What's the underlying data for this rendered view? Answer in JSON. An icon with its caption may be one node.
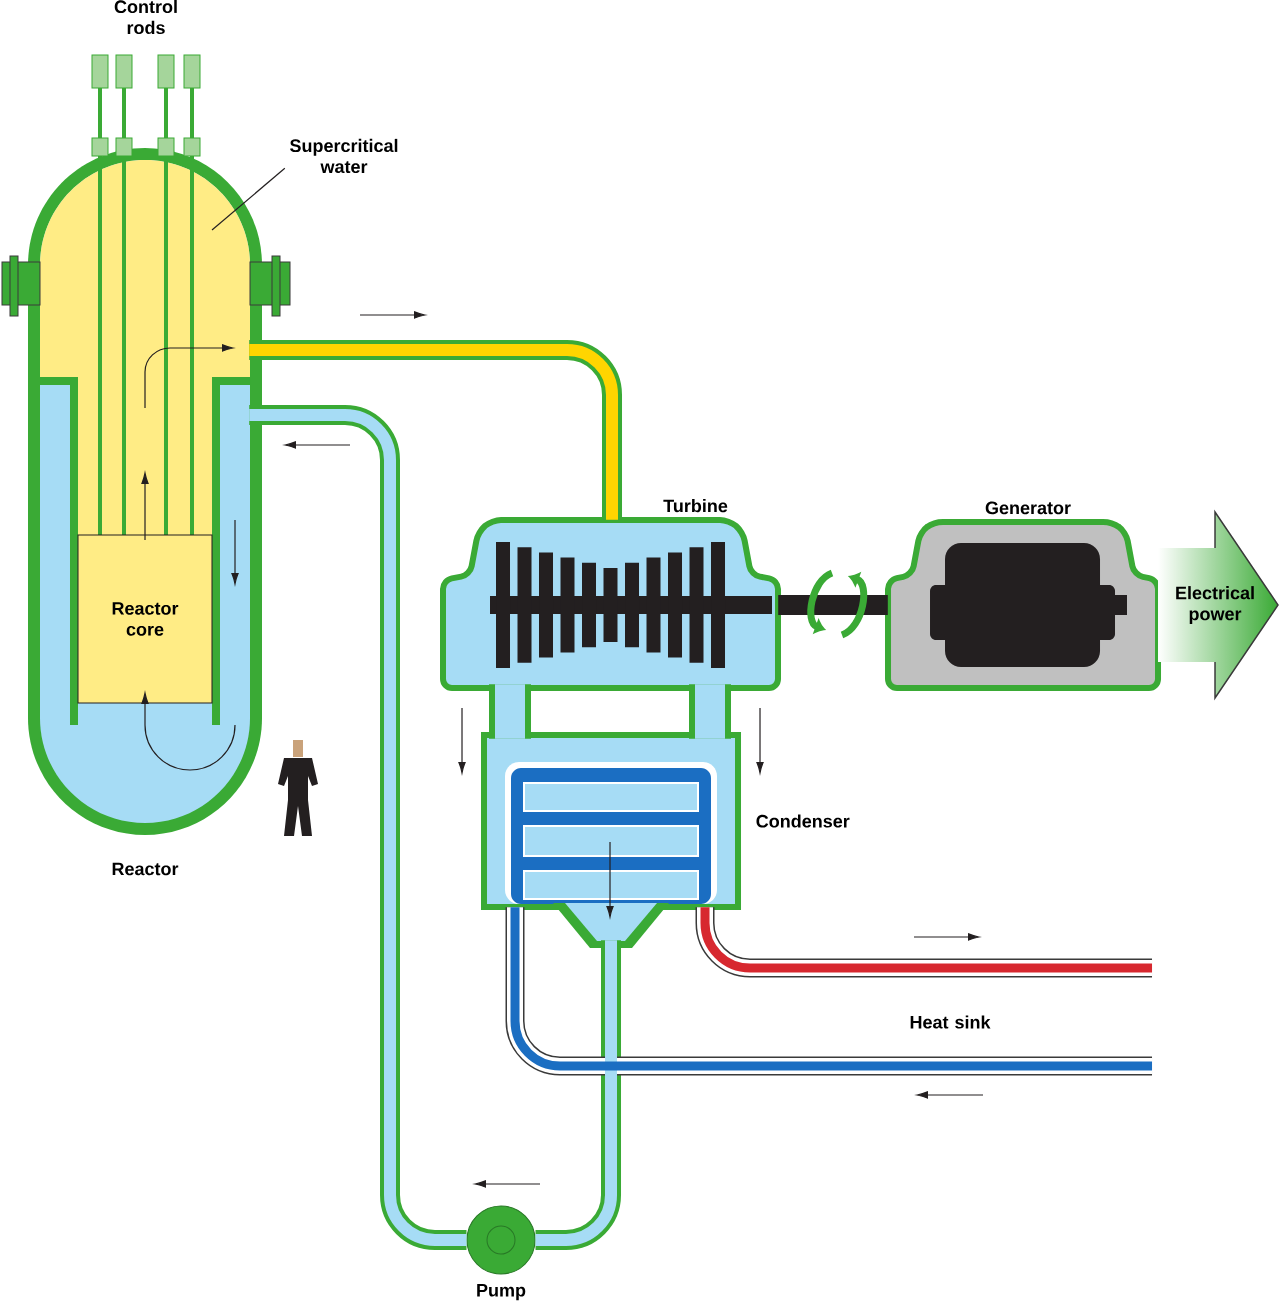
{
  "diagram": {
    "nodes": [
      {
        "text": [
          "Reactor"
        ]
      },
      {
        "text": [
          "Reactor core"
        ],
        "in": 0
      },
      {
        "text": [
          "Turbine"
        ]
      },
      {
        "text": [
          "Generator"
        ]
      },
      {
        "text": [
          "Condenser"
        ]
      },
      {
        "text": [
          "Pump"
        ]
      },
      {
        "text": [
          "Electrical power"
        ]
      },
      {
        "text": [
          "Supercritical water"
        ]
      }
    ],
    "edges": [
      {
        "from": 0,
        "to": 2,
        "arrow": "none",
        "color": "#ffd500"
      },
      {
        "from": 2,
        "to": 3,
        "arrow": "none",
        "color": "#231f20"
      },
      {
        "from": 4,
        "to": 5,
        "arrow": "none",
        "color": "#a6dcf5"
      },
      {
        "from": 5,
        "to": 0,
        "arrow": "none",
        "color": "#a6dcf5"
      },
      {
        "from": 2,
        "to": 4,
        "arrow": "none",
        "style": "thick",
        "color": "#a6dcf5"
      },
      {
        "from": 4,
        "to": null,
        "arrow": "none",
        "color": "#d7282f"
      },
      {
        "from": null,
        "to": 4,
        "arrow": "none",
        "color": "#1b6ec2"
      },
      {
        "from": 7,
        "to": null,
        "arrow": "none",
        "color": "#231f20"
      }
    ],
    "labels": [
      "Control rods",
      "Heat sink"
    ]
  }
}
